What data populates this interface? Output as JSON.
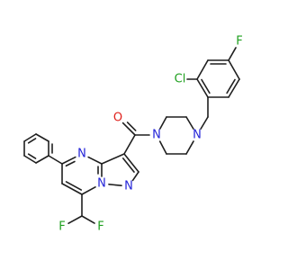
{
  "molecule": {
    "atoms": [
      {
        "id": "o1",
        "label": "O",
        "color": "#e0201b",
        "name": "oxygen-carbonyl"
      },
      {
        "id": "n1",
        "label": "N",
        "color": "#2323d8",
        "name": "nitrogen-piperazine-1"
      },
      {
        "id": "n2",
        "label": "N",
        "color": "#2323d8",
        "name": "nitrogen-piperazine-4"
      },
      {
        "id": "cl",
        "label": "Cl",
        "color": "#1fa01f",
        "name": "chlorine"
      },
      {
        "id": "f1",
        "label": "F",
        "color": "#1fa01f",
        "name": "fluorine-aryl"
      },
      {
        "id": "n3",
        "label": "N",
        "color": "#2323d8",
        "name": "nitrogen-pyrimidine"
      },
      {
        "id": "n4",
        "label": "N",
        "color": "#2323d8",
        "name": "nitrogen-bridgehead"
      },
      {
        "id": "n5",
        "label": "N",
        "color": "#2323d8",
        "name": "nitrogen-pyrazole"
      },
      {
        "id": "f2",
        "label": "F",
        "color": "#1fa01f",
        "name": "fluorine-difluoromethyl-left"
      },
      {
        "id": "f3",
        "label": "F",
        "color": "#1fa01f",
        "name": "fluorine-difluoromethyl-right"
      }
    ]
  }
}
